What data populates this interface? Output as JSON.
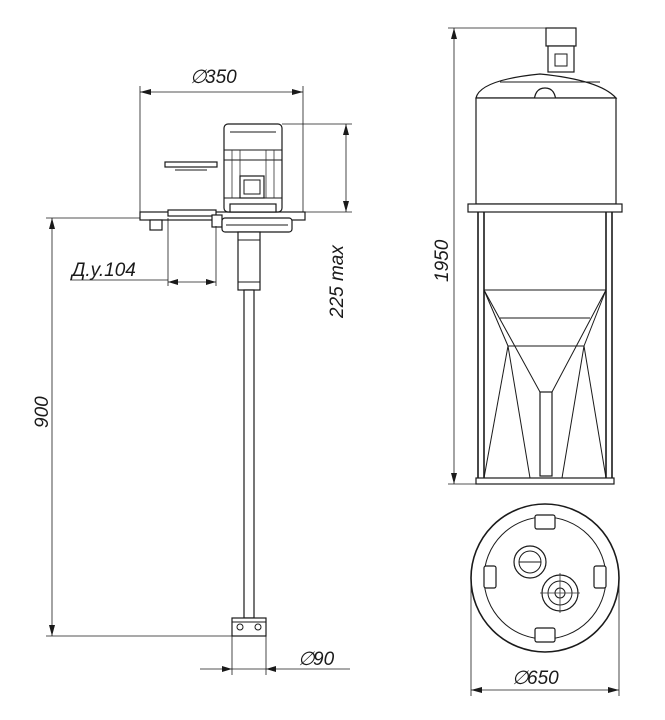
{
  "dimensions": {
    "mount_diameter": "350",
    "nominal_bore": "Д.у.104",
    "clearance": "225 max",
    "shaft_length": "900",
    "impeller_diameter": "90",
    "tank_height": "1950",
    "tank_diameter": "650"
  },
  "symbols": {
    "diameter": "∅"
  }
}
